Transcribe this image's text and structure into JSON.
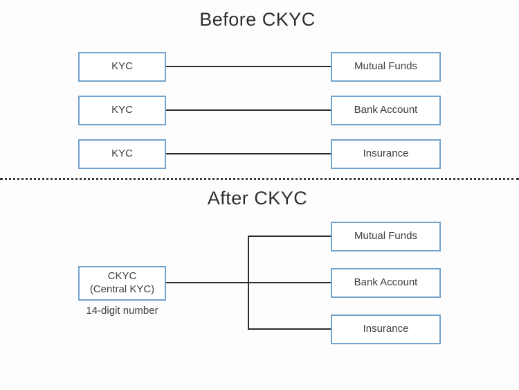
{
  "before": {
    "title": "Before CKYC",
    "rows": [
      {
        "source": "KYC",
        "target": "Mutual Funds"
      },
      {
        "source": "KYC",
        "target": "Bank Account"
      },
      {
        "source": "KYC",
        "target": "Insurance"
      }
    ]
  },
  "after": {
    "title": "After CKYC",
    "hub": {
      "name": "CKYC",
      "subtitle": "(Central KYC)",
      "note": "14-digit number"
    },
    "targets": [
      "Mutual Funds",
      "Bank Account",
      "Insurance"
    ]
  },
  "colors": {
    "box_border": "#72a3cc",
    "box_fill": "#ffffff",
    "connector_line": "#2b2b2b",
    "divider_dots": "#3a3a3a",
    "text": "#3d3d3d",
    "title_text": "#2e2e2e",
    "background": "#fdfdfd"
  }
}
